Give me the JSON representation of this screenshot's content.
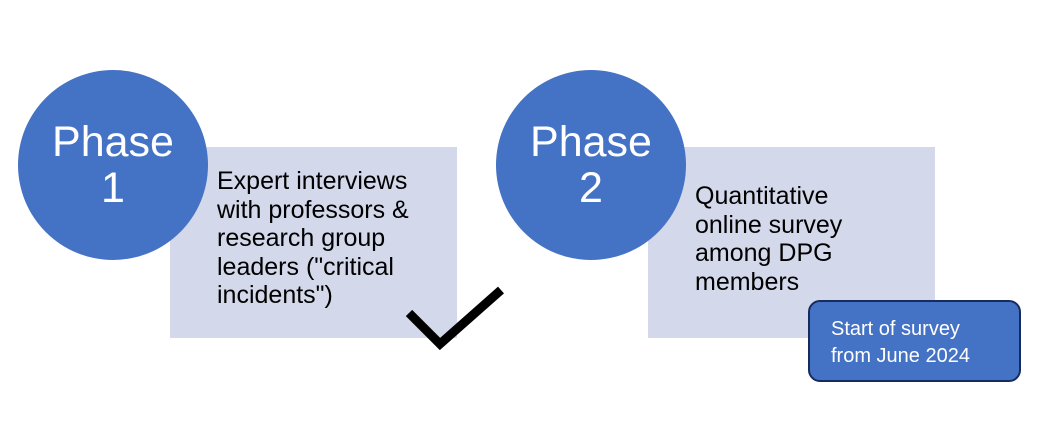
{
  "phases": [
    {
      "label_word": "Phase",
      "label_number": "1",
      "description": "Expert interviews\nwith professors &\nresearch group\nleaders (\"critical\nincidents\")",
      "status_icon": "checkmark-icon",
      "completed": true
    },
    {
      "label_word": "Phase",
      "label_number": "2",
      "description": "Quantitative\nonline survey\namong DPG\nmembers",
      "completed": false
    }
  ],
  "callout": {
    "text": "Start of survey\nfrom June 2024"
  },
  "colors": {
    "circle": "#4472c4",
    "box": "#d3d8ea",
    "callout_border": "#172c5e",
    "check": "#000000"
  }
}
